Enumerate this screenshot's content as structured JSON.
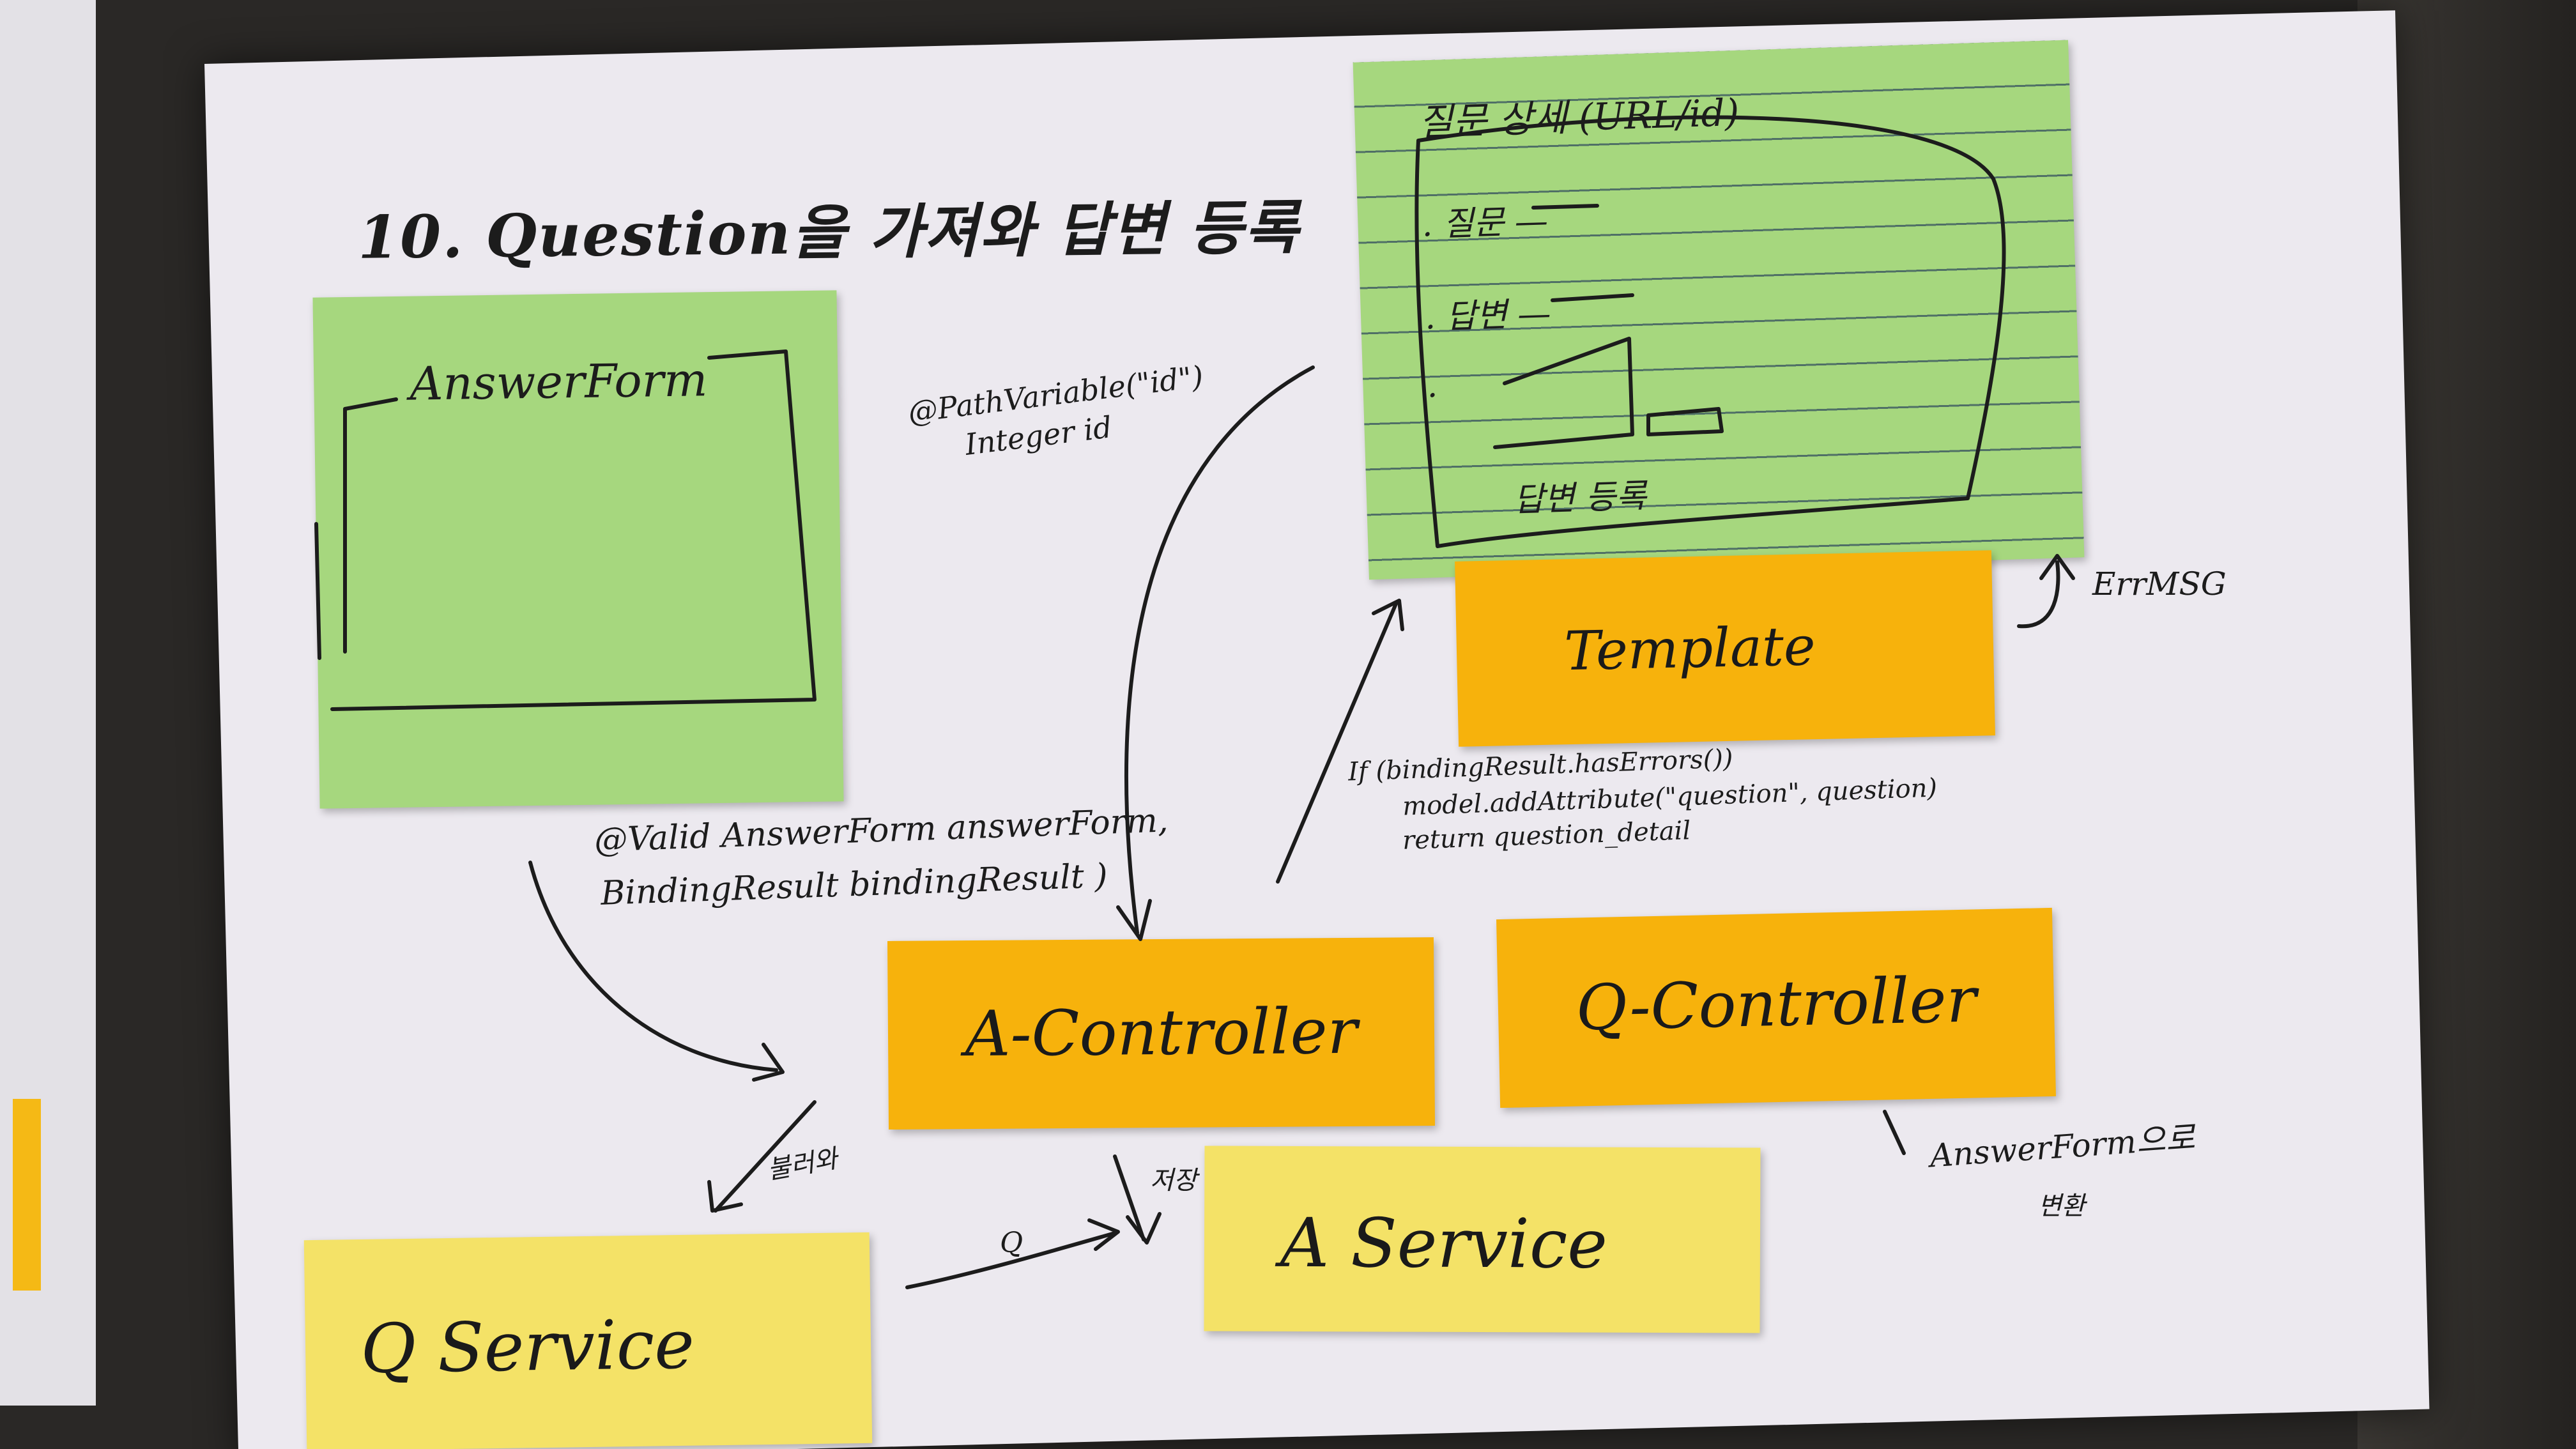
{
  "title": "10. Question을 가져와 답변 등록",
  "notes": {
    "answer_form": {
      "label": "AnswerForm",
      "color": "#a6d77e"
    },
    "template_form": {
      "header": "질문 상세 (URL/id)",
      "line1": ". 질문 —",
      "line2": ". 답변 —",
      "line3": ".",
      "button_label": "답변 등록",
      "color": "#a6d77e"
    },
    "template": {
      "label": "Template",
      "color": "#f7b20c"
    },
    "a_controller": {
      "label": "A-Controller",
      "color": "#f7b20c"
    },
    "q_controller": {
      "label": "Q-Controller",
      "color": "#f7b20c"
    },
    "a_service": {
      "label": "A Service",
      "color": "#f4e267"
    },
    "q_service": {
      "label": "Q Service",
      "color": "#f4e267"
    }
  },
  "annotations": {
    "path_variable_1": "@PathVariable(\"id\")",
    "path_variable_2": "Integer id",
    "valid_1": "@Valid AnswerForm answerForm,",
    "valid_2": "BindingResult bindingResult )",
    "if_1": "If (bindingResult.hasErrors())",
    "if_2": "model.addAttribute(\"question\", question)",
    "if_3": "return question_detail",
    "err_msg": "ErrMSG",
    "answer_form_return_1": "AnswerForm으로",
    "answer_form_return_2": "변환",
    "arrow_lookup": "불러와",
    "arrow_q": "Q",
    "arrow_save": "저장"
  }
}
